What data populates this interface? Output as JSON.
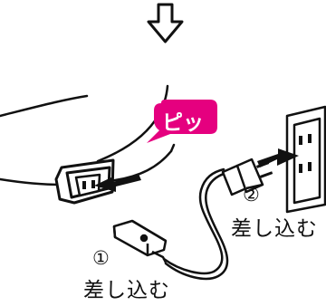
{
  "colors": {
    "line": "#111111",
    "bubble": "#e5007f",
    "bubble_text": "#ffffff",
    "background": "#ffffff"
  },
  "icons": {
    "top": "down-arrow-icon",
    "callout": "speech-bubble-icon"
  },
  "callout": {
    "text": "ピッ"
  },
  "steps": [
    {
      "number": "①",
      "label": "差し込む"
    },
    {
      "number": "②",
      "label": "差し込む"
    }
  ]
}
